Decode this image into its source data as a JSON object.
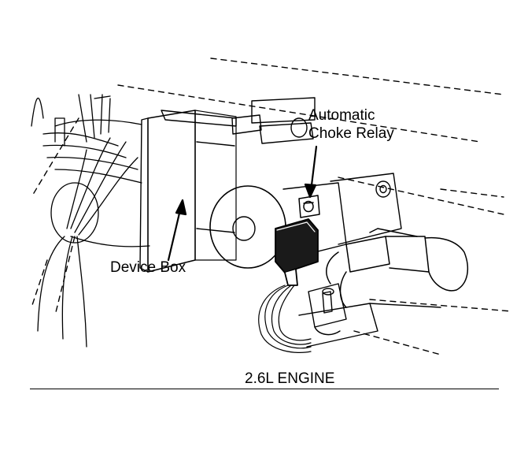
{
  "labels": {
    "relay_line1": "Automatic",
    "relay_line2": "Choke Relay",
    "device_box": "Device Box"
  },
  "caption": "2.6L ENGINE"
}
